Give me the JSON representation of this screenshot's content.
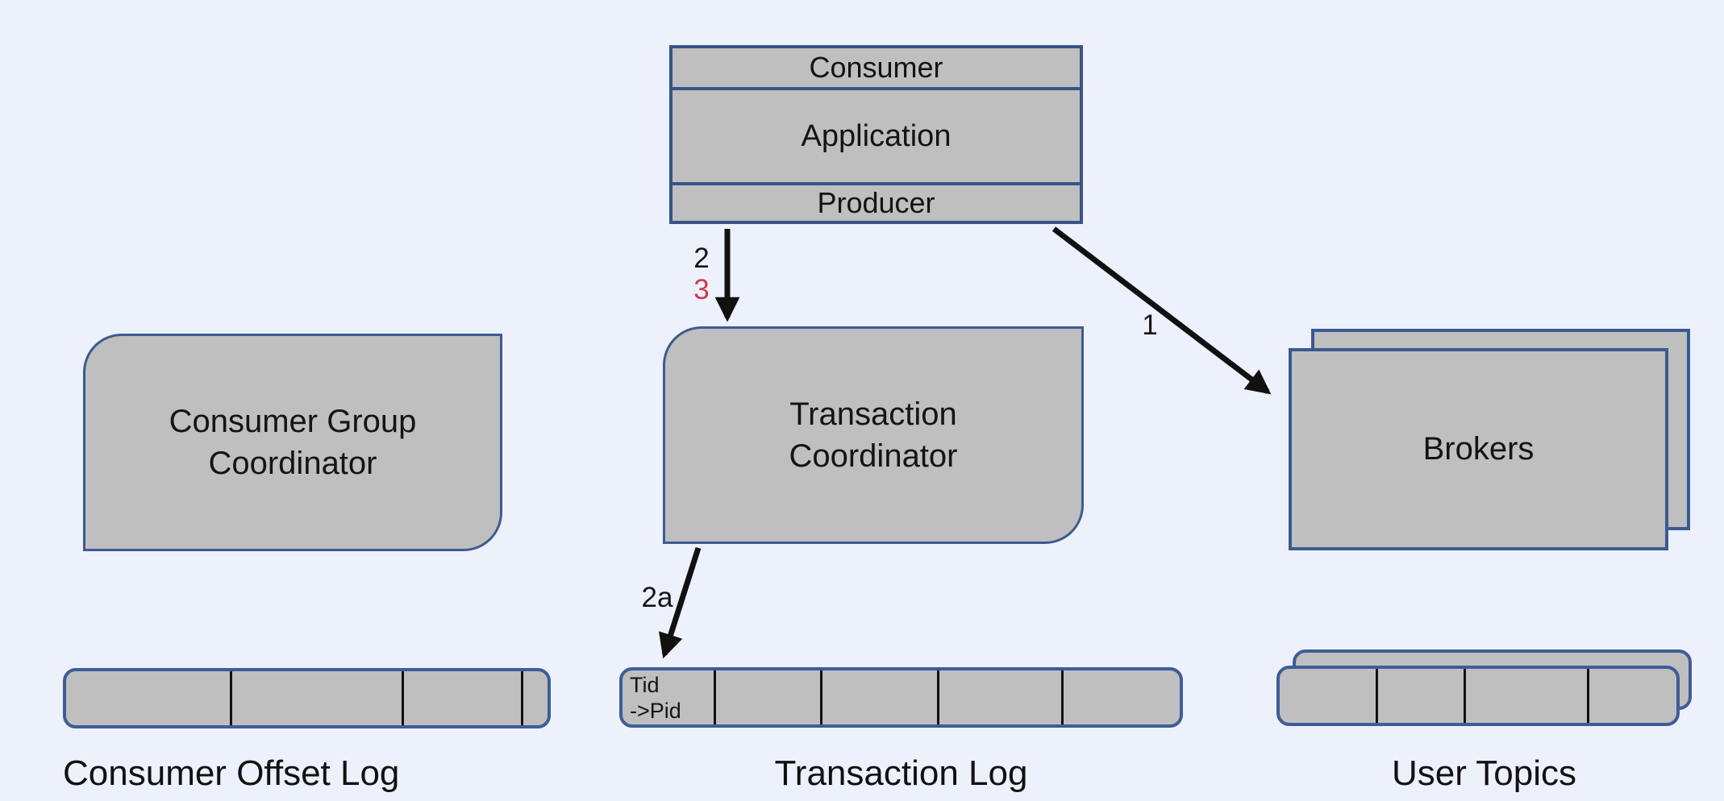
{
  "colors": {
    "background": "#ecf1fb",
    "node_fill": "#bfbfbf",
    "node_border": "#3c5a92",
    "arrow": "#111111",
    "bar_divider": "#111111",
    "red_label": "#d0394b"
  },
  "app_stack": {
    "consumer": "Consumer",
    "application": "Application",
    "producer": "Producer"
  },
  "nodes": {
    "consumer_group_coordinator": "Consumer Group\nCoordinator",
    "transaction_coordinator": "Transaction\nCoordinator",
    "brokers": "Brokers"
  },
  "arrow_labels": {
    "producer_to_brokers": "1",
    "producer_to_tc_step2": "2",
    "producer_to_tc_step3": "3",
    "tc_to_transaction_log": "2a"
  },
  "logs": {
    "consumer_offset_log": {
      "label": "Consumer Offset Log",
      "segments": 4
    },
    "transaction_log": {
      "label": "Transaction Log",
      "segments": 5,
      "first_cell": "Tid\n->Pid"
    },
    "user_topics": {
      "label": "User Topics",
      "segments": 4,
      "stacked_copies": 2
    }
  }
}
